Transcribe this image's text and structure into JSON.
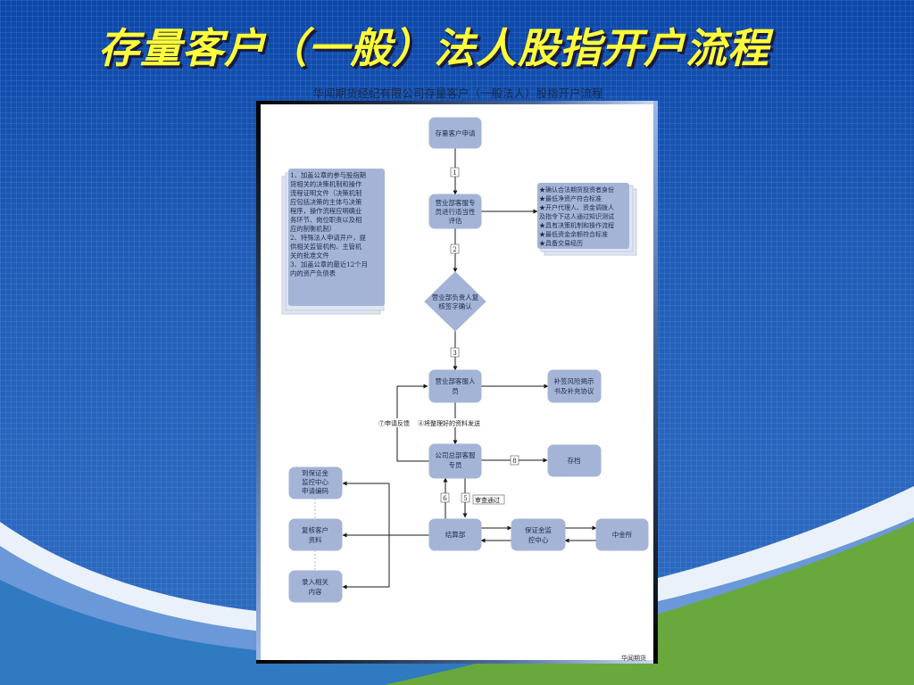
{
  "title": "存量客户（一般）法人股指开户流程",
  "caption": "华闻期货经纪有限公司存量客户（一般法人）股指开户流程",
  "footer": "华闻期货",
  "nodes": {
    "apply": [
      "存量客户申请"
    ],
    "assess": [
      "营业部客服专",
      "员进行适当性",
      "评估"
    ],
    "review": [
      "营业部负责人复",
      "核签字确认"
    ],
    "staff": [
      "营业部客服人",
      "员"
    ],
    "supplement": [
      "补签风险揭示",
      "书及补充协议"
    ],
    "hq": [
      "公司总部客服",
      "专员"
    ],
    "archive": [
      "存档"
    ],
    "settlement": [
      "结算部"
    ],
    "margin_center": [
      "保证金监",
      "控中心"
    ],
    "cffex": [
      "中金所"
    ],
    "apply_code": [
      "到保证金",
      "监控中心",
      "申请编码"
    ],
    "recheck": [
      "复核客户",
      "资料"
    ],
    "enter": [
      "录入相关",
      "内容"
    ]
  },
  "notes": {
    "left": [
      "1、加盖公章的参与股指期",
      "货相关的决策机制和操作",
      "流程证明文件（决策机制",
      "应包括决策的主体与决策",
      "程序，操作流程应明确业",
      "务环节、岗位职责以及相",
      "应的制衡机制）",
      "2、特殊法人申请开户，提",
      "供相关监管机构、主管机",
      "关的批准文件",
      "3、加盖公章的最近12个月",
      "内的资产负债表"
    ],
    "right": [
      "★确认合法期货投资者身份",
      "★最低净资产符合标准",
      "★开户代理人、资金调拨人",
      "及指令下达人通过知识测试",
      "★具有决策机制和操作流程",
      "★最低资金余额符合标准",
      "★具备交易经历"
    ]
  },
  "steps": {
    "s1": "1",
    "s2": "2",
    "s3": "3",
    "s5": "5",
    "s6": "6",
    "s7": "7",
    "s8": "8"
  },
  "edge_labels": {
    "feedback": "⑦申请反馈",
    "send": "④将整理好的资料发送",
    "approved": "审查通过"
  },
  "colors": {
    "title": "#ffff3a",
    "node_fill": "#a4b4d6",
    "arrow": "#1a1a1a"
  }
}
